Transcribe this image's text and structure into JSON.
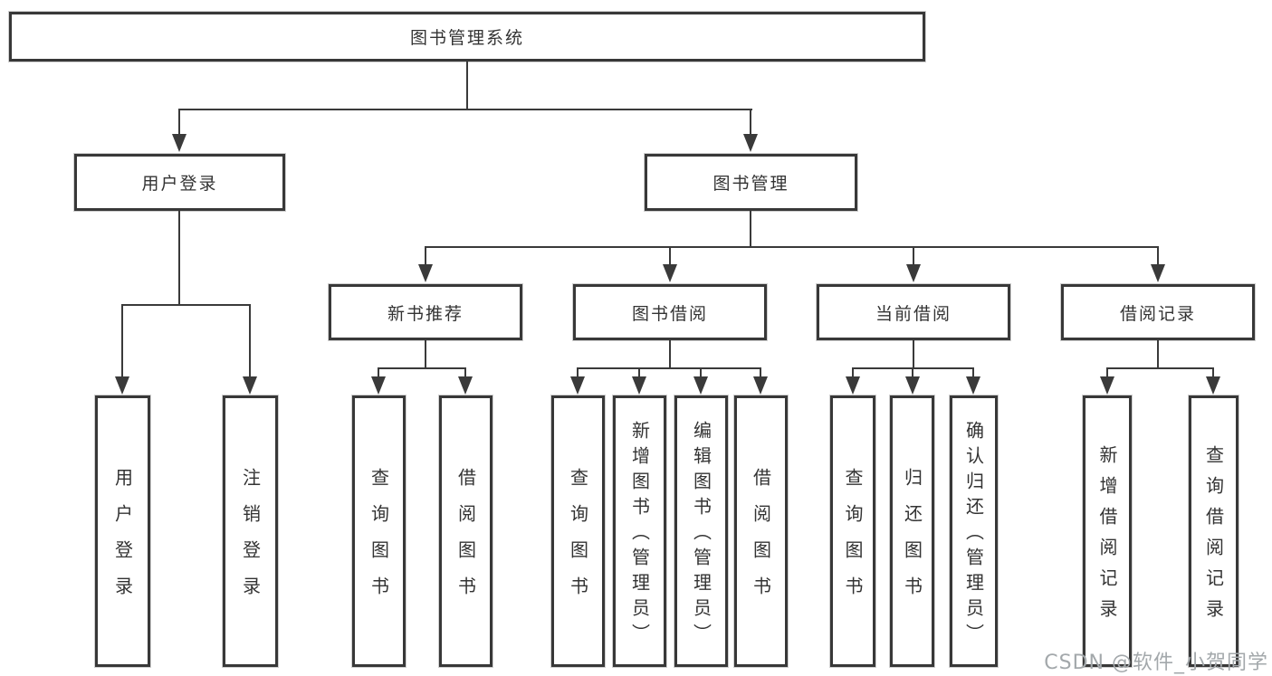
{
  "tree": {
    "label": "图书管理系统",
    "children": [
      {
        "label": "用户登录",
        "children": [
          {
            "label": "用户登录"
          },
          {
            "label": "注销登录"
          }
        ]
      },
      {
        "label": "图书管理",
        "children": [
          {
            "label": "新书推荐",
            "children": [
              {
                "label": "查询图书"
              },
              {
                "label": "借阅图书"
              }
            ]
          },
          {
            "label": "图书借阅",
            "children": [
              {
                "label": "查询图书"
              },
              {
                "label": "新增图书（管理员）"
              },
              {
                "label": "编辑图书（管理员）"
              },
              {
                "label": "借阅图书"
              }
            ]
          },
          {
            "label": "当前借阅",
            "children": [
              {
                "label": "查询图书"
              },
              {
                "label": "归还图书"
              },
              {
                "label": "确认归还（管理员）"
              }
            ]
          },
          {
            "label": "借阅记录",
            "children": [
              {
                "label": "新增借阅记录"
              },
              {
                "label": "查询借阅记录"
              }
            ]
          }
        ]
      }
    ]
  },
  "watermark": {
    "text": "CSDN @软件_小贺同学"
  },
  "colors": {
    "line": "#3a3a3a",
    "box_border": "#383838",
    "text": "#333333",
    "watermark": "#a3a8ab",
    "background": "#ffffff"
  }
}
